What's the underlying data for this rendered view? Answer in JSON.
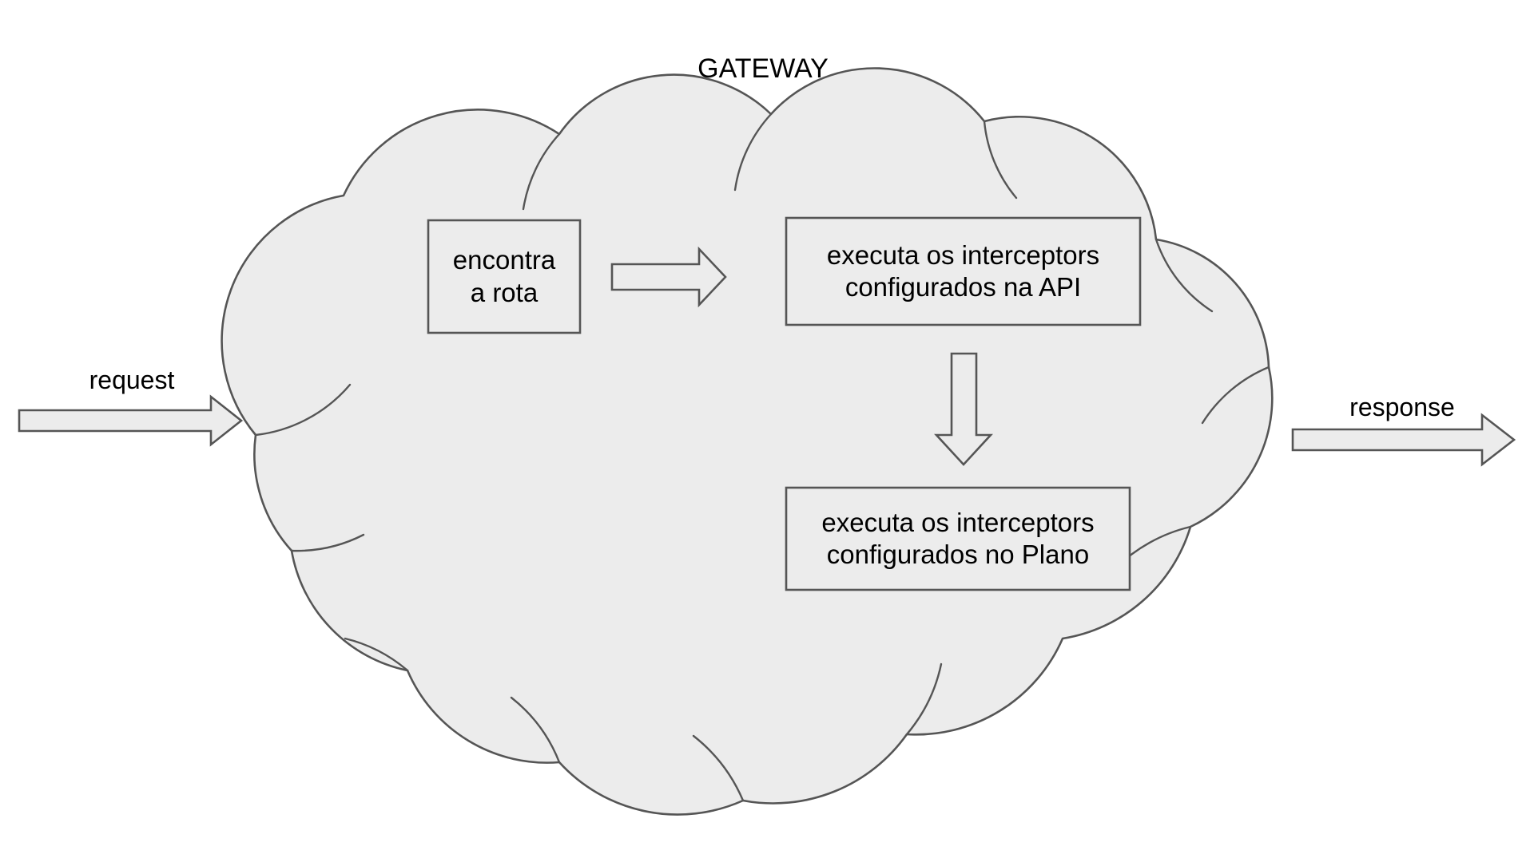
{
  "diagram": {
    "title": "GATEWAY",
    "type": "flow-diagram",
    "background_color": "#ffffff",
    "cloud": {
      "name": "gateway-cloud",
      "fill_color": "#ececec",
      "stroke_color": "#555555"
    },
    "boxes": [
      {
        "id": "encontra-a-rota",
        "label": "encontra\na rota",
        "fill_color": "#ececec",
        "stroke_color": "#555555"
      },
      {
        "id": "interceptors-api",
        "label": "executa os interceptors\nconfigurados na API",
        "fill_color": "#ececec",
        "stroke_color": "#555555"
      },
      {
        "id": "interceptors-plano",
        "label": "executa os interceptors\nconfigurados no Plano",
        "fill_color": "#ececec",
        "stroke_color": "#555555"
      }
    ],
    "flow_labels": {
      "request": "request",
      "response": "response"
    },
    "arrows": [
      {
        "id": "request-arrow",
        "direction": "right",
        "label": "request"
      },
      {
        "id": "response-arrow",
        "direction": "right",
        "label": "response"
      },
      {
        "id": "rota-to-api-arrow",
        "direction": "right",
        "label": ""
      },
      {
        "id": "api-to-plano-arrow",
        "direction": "down",
        "label": ""
      }
    ]
  }
}
